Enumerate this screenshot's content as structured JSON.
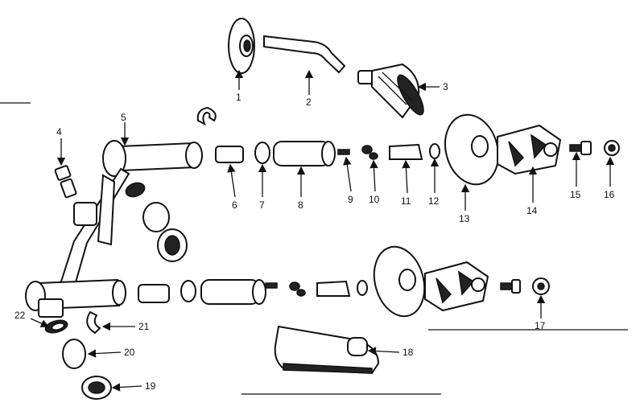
{
  "parts": {
    "p1": "1",
    "p2": "2",
    "p3": "3",
    "p4": "4",
    "p5": "5",
    "p6": "6",
    "p7": "7",
    "p8": "8",
    "p9": "9",
    "p10": "10",
    "p11": "11",
    "p12": "12",
    "p13": "13",
    "p14": "14",
    "p15": "15",
    "p16": "16",
    "p17": "17",
    "p18": "18",
    "p19": "19",
    "p20": "20",
    "p21": "21",
    "p22": "22"
  },
  "colors": {
    "ink": "#111111",
    "paper": "#ffffff"
  }
}
